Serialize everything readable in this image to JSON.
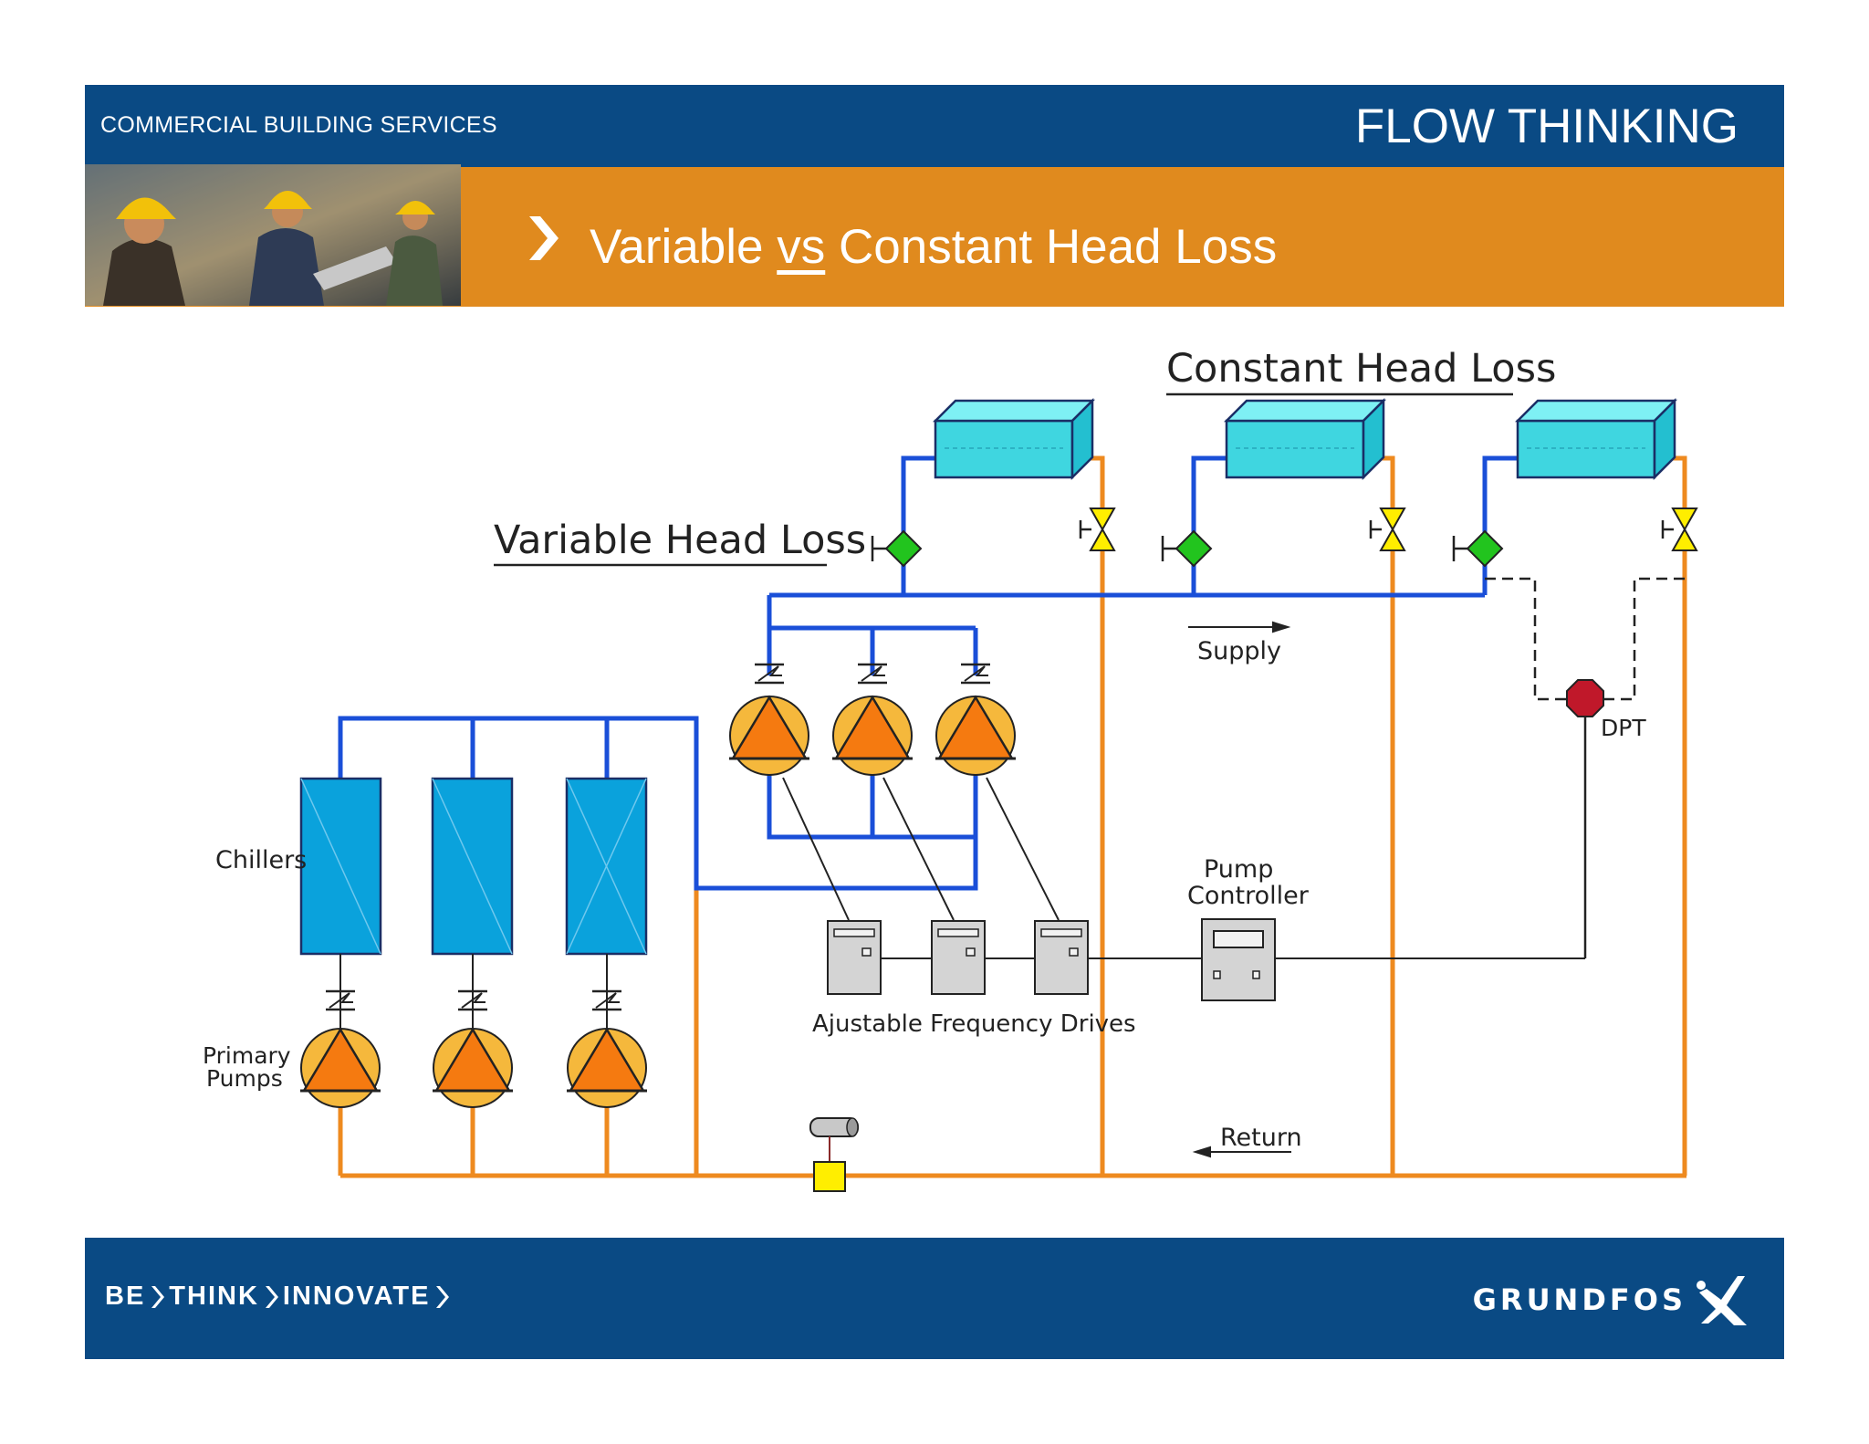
{
  "header": {
    "section": "COMMERCIAL BUILDING SERVICES",
    "brand_title": "FLOW THINKING"
  },
  "slide": {
    "title_pre": "Variable ",
    "title_vs": "vs",
    "title_post": " Constant Head Loss"
  },
  "diagram": {
    "constant_head_loss": "Constant Head Loss",
    "variable_head_loss": "Variable Head Loss",
    "supply": "Supply",
    "return": "Return",
    "dpt": "DPT",
    "pump_controller_line1": "Pump",
    "pump_controller_line2": "Controller",
    "chillers": "Chillers",
    "primary_pumps_line1": "Primary",
    "primary_pumps_line2": "Pumps",
    "afd": "Ajustable Frequency Drives",
    "colors": {
      "supply_pipe": "#1a4fd8",
      "return_pipe": "#ee8a1f",
      "coil": "#3fd6e0",
      "chiller": "#0aa2dc",
      "pump_body": "#f5b83c",
      "pump_triangle": "#f57a10",
      "valve_green": "#22c41e",
      "valve_yellow": "#ffee00",
      "dpt": "#c0182a"
    }
  },
  "footer": {
    "tagline": [
      "BE",
      "THINK",
      "INNOVATE"
    ],
    "brand": "GRUNDFOS"
  }
}
